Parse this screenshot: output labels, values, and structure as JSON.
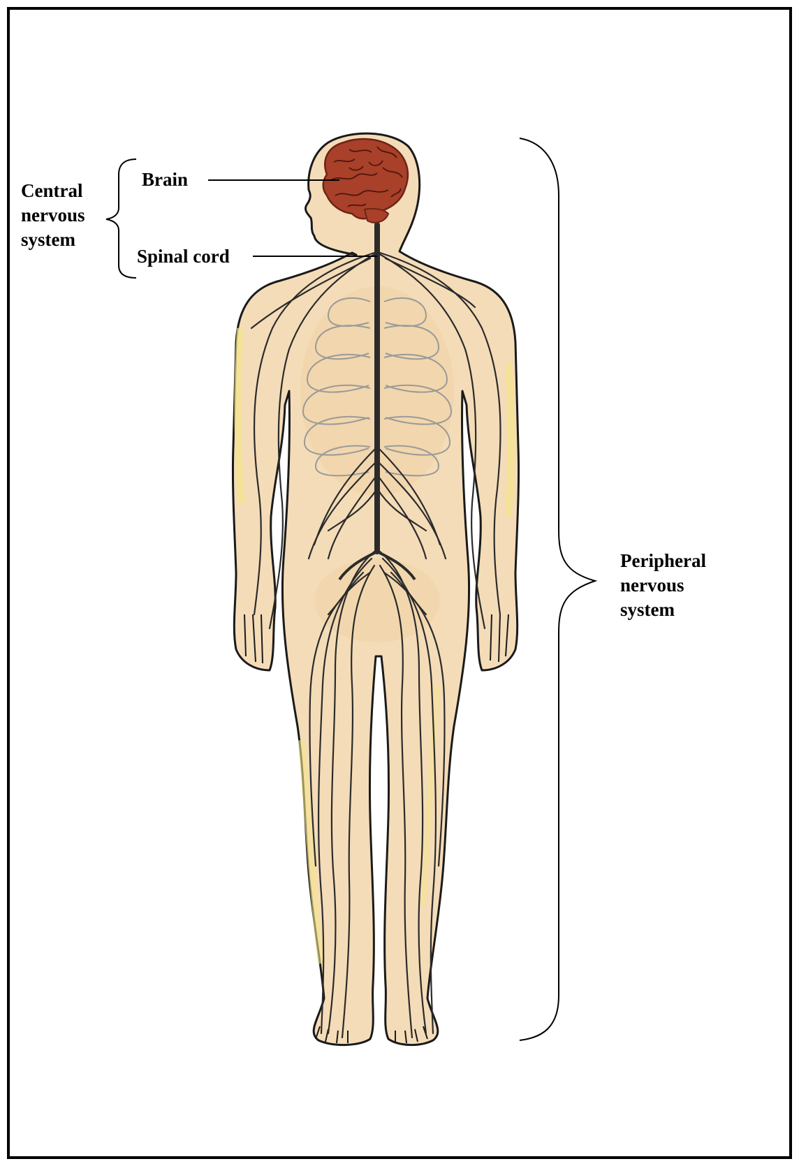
{
  "labels": {
    "cns_line1": "Central",
    "cns_line2": "nervous",
    "cns_line3": "system",
    "brain": "Brain",
    "spinal_cord": "Spinal cord",
    "pns_line1": "Peripheral",
    "pns_line2": "nervous",
    "pns_line3": "system"
  },
  "colors": {
    "border": "#000000",
    "skin": "#f4dcb8",
    "skin_shadow": "#f0cfa0",
    "yellow_tint": "#f3e48a",
    "brain": "#a8402a",
    "brain_dark": "#6e2416",
    "nerve": "#2b2b2b",
    "rib": "#9a9a9a"
  }
}
